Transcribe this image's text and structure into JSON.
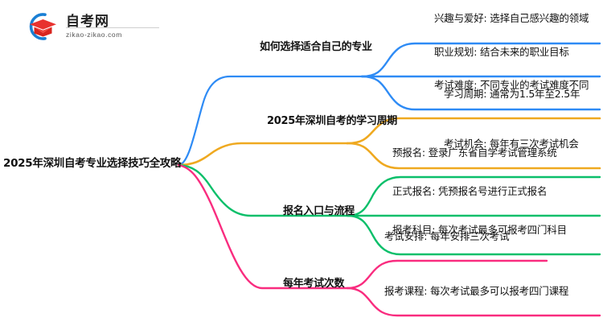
{
  "logo": {
    "brand_cn": "自考网",
    "brand_url": "zikao-zikao.com",
    "mark_name": "zikao-graduation-cap-logo",
    "arc_color": "#1a7fd4",
    "cap_color": "#e8322f"
  },
  "mindmap": {
    "root": {
      "label": "2025年深圳自考专业选择技巧全攻略"
    },
    "branches": [
      {
        "label": "如何选择适合自己的专业",
        "color": "#2e8bf5",
        "children": [
          {
            "label": "兴趣与爱好: 选择自己感兴趣的领域"
          },
          {
            "label": "职业规划: 结合未来的职业目标"
          },
          {
            "label": "考试难度: 不同专业的考试难度不同"
          }
        ]
      },
      {
        "label": "2025年深圳自考的学习周期",
        "color": "#efa920",
        "children": [
          {
            "label": "学习周期: 通常为1.5年至2.5年"
          },
          {
            "label": "考试机会: 每年有三次考试机会"
          }
        ]
      },
      {
        "label": "报名入口与流程",
        "color": "#0bbf6a",
        "children": [
          {
            "label": "预报名: 登录广东省自学考试管理系统"
          },
          {
            "label": "正式报名: 凭预报名号进行正式报名"
          },
          {
            "label": "报考科目: 每次考试最多可报考四门科目"
          }
        ]
      },
      {
        "label": "每年考试次数",
        "color": "#f92c7f",
        "children": [
          {
            "label": "考试安排: 每年安排三次考试"
          },
          {
            "label": "报考课程: 每次考试最多可以报考四门课程"
          }
        ]
      }
    ]
  }
}
